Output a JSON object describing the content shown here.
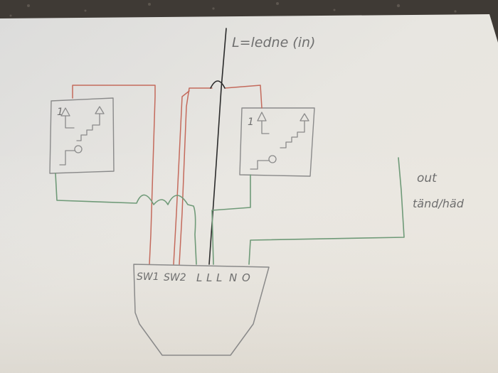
{
  "diagram": {
    "input_label": "L=ledne (in)",
    "output_label_line1": "out",
    "output_label_line2": "tänd/häd",
    "terminal_labels": {
      "sw1": "SW1",
      "sw2": "SW2",
      "l1": "L",
      "l2": "L",
      "l3": "L",
      "n": "N",
      "o": "O"
    },
    "switch_left_number": "1",
    "switch_right_number": "1",
    "colors": {
      "red_wire": "#c46a5c",
      "green_wire": "#6f9a78",
      "black_wire": "#2b2b2b",
      "pencil": "#7a7a7a",
      "paper": "#e9e7e2"
    }
  }
}
